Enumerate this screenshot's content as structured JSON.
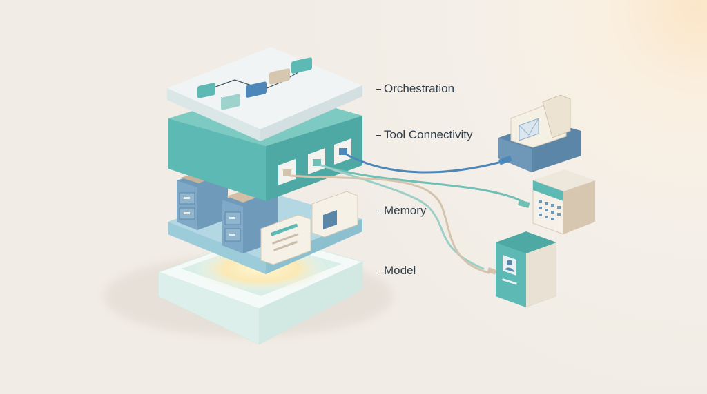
{
  "layers": [
    {
      "label": "Orchestration",
      "icon": "flowchart-icon"
    },
    {
      "label": "Tool Connectivity",
      "icon": "ports-icon"
    },
    {
      "label": "Memory",
      "icon": "file-cabinet-icon"
    },
    {
      "label": "Model",
      "icon": "glowing-base-icon"
    }
  ],
  "connected_tools": [
    "mail-inbox-icon",
    "calendar-icon",
    "contact-folder-icon"
  ],
  "colors": {
    "teal": "#5cb9b3",
    "steel_blue": "#5b86a8",
    "mint": "#cfe9e4",
    "beige": "#d8c7b0",
    "cable_blue": "#4d86b9",
    "cable_green": "#6fbfb5",
    "cable_beige": "#d4c3ad"
  }
}
